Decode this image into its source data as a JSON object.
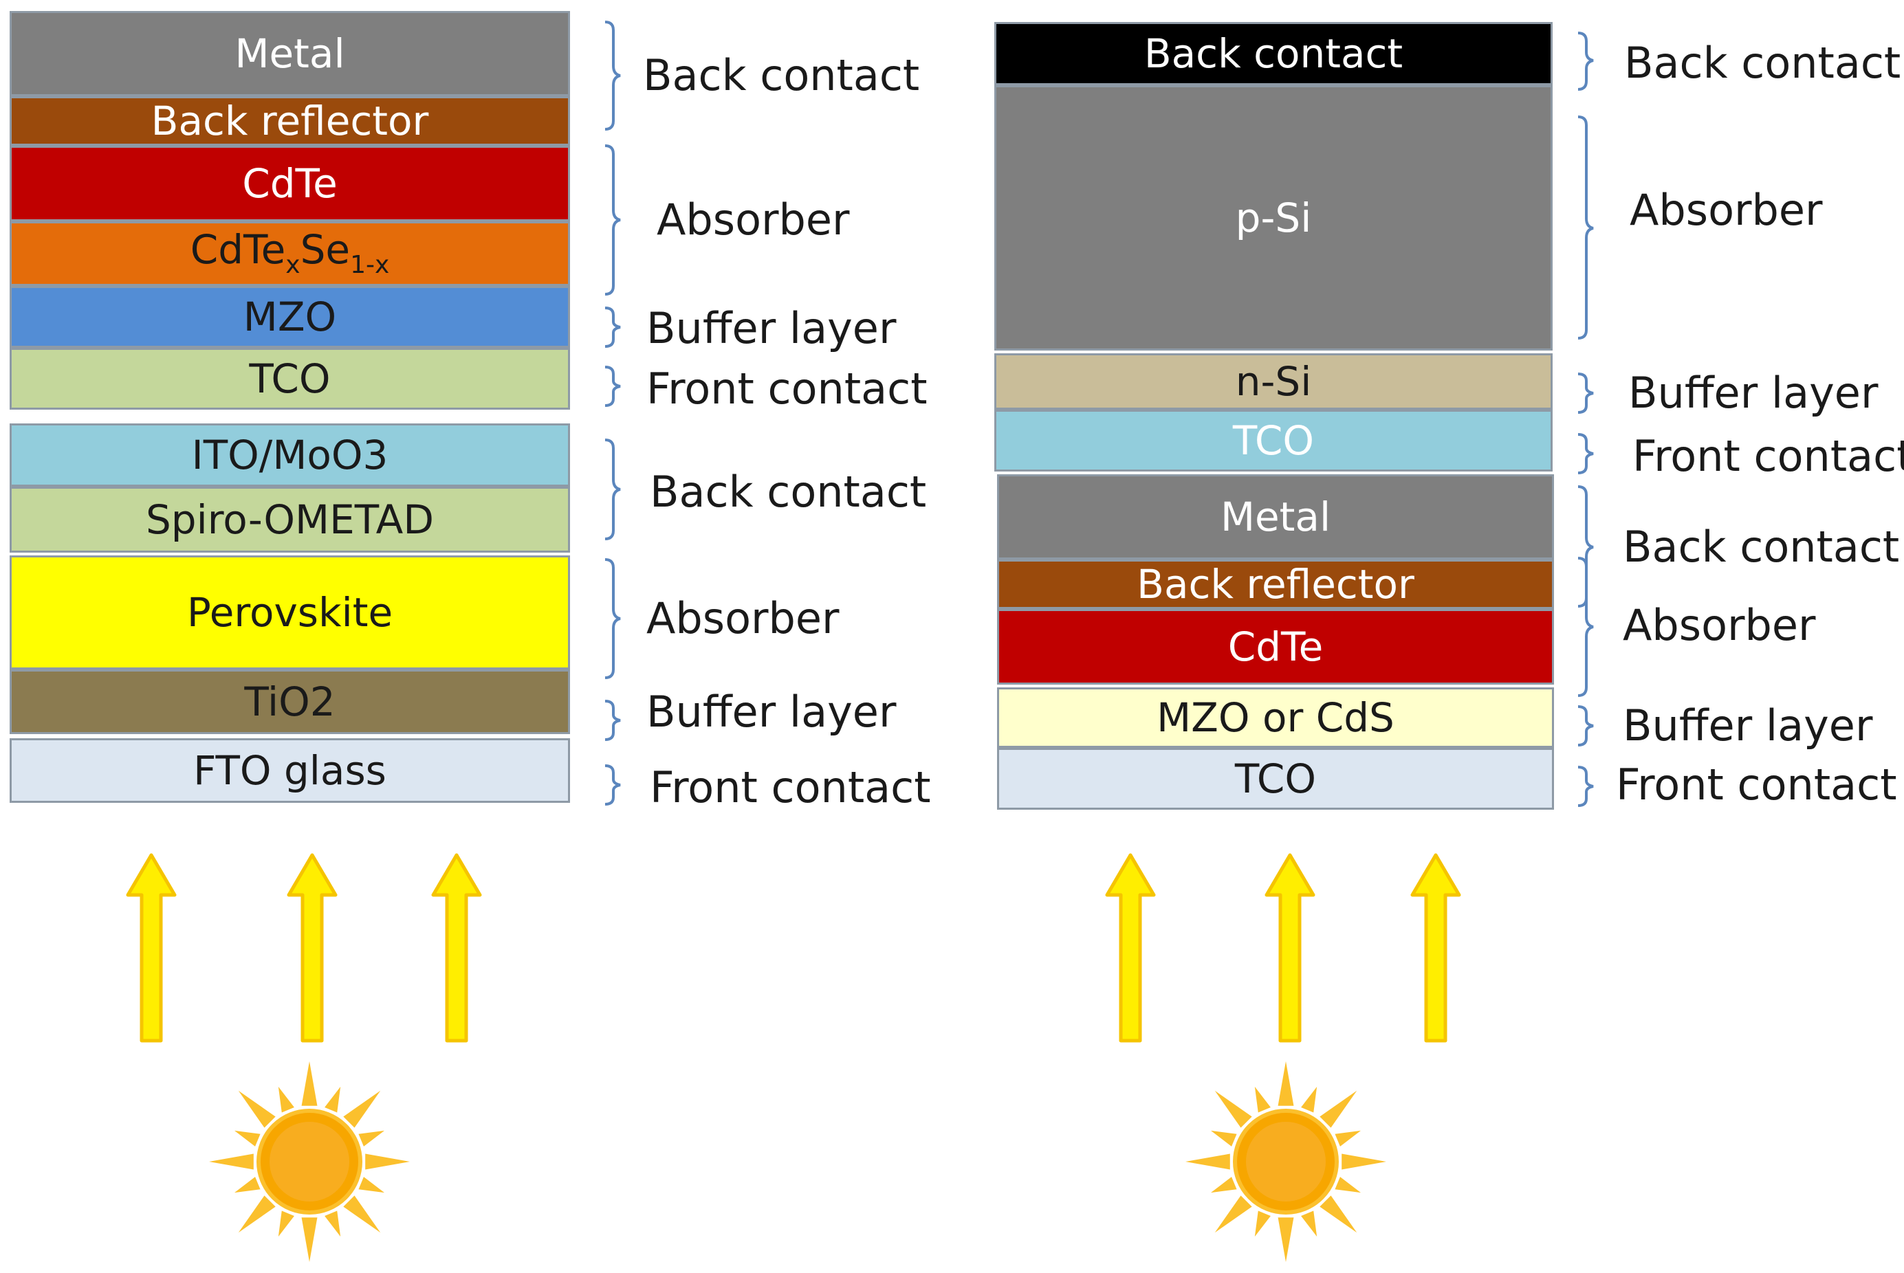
{
  "left": {
    "stack1": [
      {
        "text": "Metal",
        "bg": "#7f7f7f",
        "fg": "#ffffff"
      },
      {
        "text": "Back reflector",
        "bg": "#9a4a0c",
        "fg": "#ffffff"
      },
      {
        "text": "CdTe",
        "bg": "#c00000",
        "fg": "#ffffff"
      },
      {
        "base": "CdTe",
        "sub1": "x",
        "mid": "Se",
        "sub2": "1-x",
        "bg": "#e46c0a",
        "fg": "#1a1a1a"
      },
      {
        "text": "MZO",
        "bg": "#538dd5",
        "fg": "#1a1a1a"
      },
      {
        "text": "TCO",
        "bg": "#c4d79b",
        "fg": "#1a1a1a"
      }
    ],
    "stack2": [
      {
        "text": "ITO/MoO3",
        "bg": "#92cddc",
        "fg": "#1a1a1a"
      },
      {
        "text": "Spiro-OMETAD",
        "bg": "#c4d79b",
        "fg": "#1a1a1a"
      },
      {
        "text": "Perovskite",
        "bg": "#ffff00",
        "fg": "#1a1a1a"
      },
      {
        "text": "TiO2",
        "bg": "#8b7b50",
        "fg": "#1a1a1a"
      },
      {
        "text": "FTO glass",
        "bg": "#dce6f1",
        "fg": "#1a1a1a"
      }
    ],
    "labels": [
      "Back contact",
      "Absorber",
      "Buffer layer",
      "Front contact",
      "Back contact",
      "Absorber",
      "Buffer layer",
      "Front contact"
    ]
  },
  "right": {
    "stack1": [
      {
        "text": "Back contact",
        "bg": "#000000",
        "fg": "#ffffff"
      },
      {
        "text": "p-Si",
        "bg": "#7f7f7f",
        "fg": "#ffffff"
      },
      {
        "text": "n-Si",
        "bg": "#c9bd99",
        "fg": "#1a1a1a"
      },
      {
        "text": "TCO",
        "bg": "#92cddc",
        "fg": "#ffffff"
      }
    ],
    "stack2": [
      {
        "text": "Metal",
        "bg": "#7f7f7f",
        "fg": "#ffffff"
      },
      {
        "text": "Back reflector",
        "bg": "#9a4a0c",
        "fg": "#ffffff"
      },
      {
        "text": "CdTe",
        "bg": "#c00000",
        "fg": "#ffffff"
      },
      {
        "text": "MZO or CdS",
        "bg": "#ffffcc",
        "fg": "#1a1a1a"
      },
      {
        "text": "TCO",
        "bg": "#dce6f1",
        "fg": "#1a1a1a"
      }
    ],
    "labels": [
      "Back contact",
      "Absorber",
      "Buffer layer",
      "Front contact",
      "Back contact",
      "Absorber",
      "Buffer layer",
      "Front contact"
    ]
  },
  "colors": {
    "brace": "#5b86bd",
    "arrow_fill": "#ffee00",
    "arrow_stroke": "#f5c400",
    "sun_core": "#f7a600",
    "sun_ray": "#fbc02d"
  },
  "icons": {
    "arrow": "up-arrow-icon",
    "sun": "sun-icon"
  }
}
